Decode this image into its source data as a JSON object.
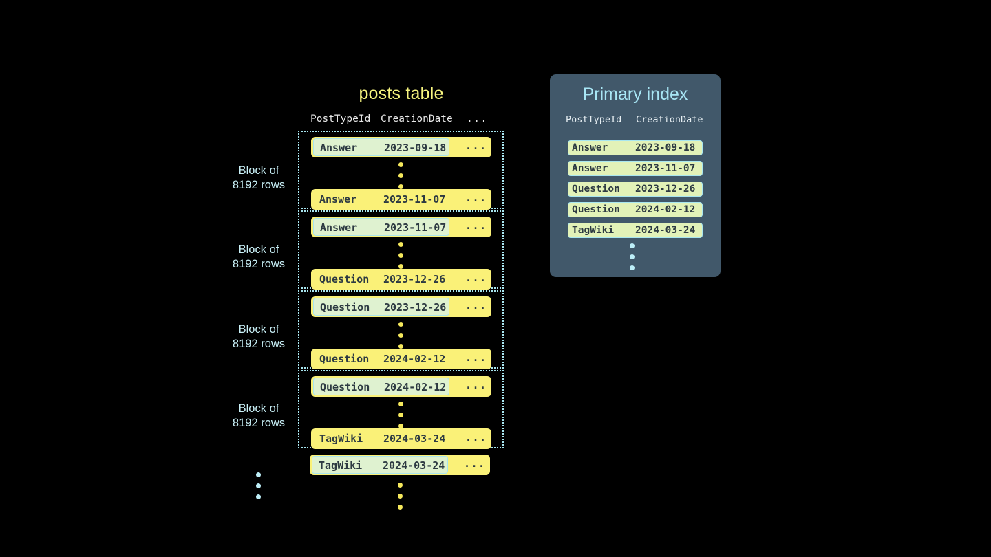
{
  "posts_table": {
    "title": "posts table",
    "columns": [
      "PostTypeId",
      "CreationDate",
      "..."
    ],
    "blocks": [
      {
        "label_line1": "Block of",
        "label_line2": "8192 rows",
        "first_row": {
          "type": "Answer",
          "date": "2023-09-18",
          "ellipsis": "...",
          "highlighted": true
        },
        "last_row": {
          "type": "Answer",
          "date": "2023-11-07",
          "ellipsis": "...",
          "highlighted": false
        }
      },
      {
        "label_line1": "Block of",
        "label_line2": "8192 rows",
        "first_row": {
          "type": "Answer",
          "date": "2023-11-07",
          "ellipsis": "...",
          "highlighted": true
        },
        "last_row": {
          "type": "Question",
          "date": "2023-12-26",
          "ellipsis": "...",
          "highlighted": false
        }
      },
      {
        "label_line1": "Block of",
        "label_line2": "8192 rows",
        "first_row": {
          "type": "Question",
          "date": "2023-12-26",
          "ellipsis": "...",
          "highlighted": true
        },
        "last_row": {
          "type": "Question",
          "date": "2024-02-12",
          "ellipsis": "...",
          "highlighted": false
        }
      },
      {
        "label_line1": "Block of",
        "label_line2": "8192 rows",
        "first_row": {
          "type": "Question",
          "date": "2024-02-12",
          "ellipsis": "...",
          "highlighted": true
        },
        "last_row": {
          "type": "TagWiki",
          "date": "2024-03-24",
          "ellipsis": "...",
          "highlighted": false
        }
      }
    ],
    "trailing_row": {
      "type": "TagWiki",
      "date": "2024-03-24",
      "ellipsis": "...",
      "highlighted": true
    },
    "ellipsis_glyph": "..."
  },
  "primary_index": {
    "title": "Primary index",
    "columns": [
      "PostTypeId",
      "CreationDate"
    ],
    "rows": [
      {
        "type": "Answer",
        "date": "2023-09-18"
      },
      {
        "type": "Answer",
        "date": "2023-11-07"
      },
      {
        "type": "Question",
        "date": "2023-12-26"
      },
      {
        "type": "Question",
        "date": "2024-02-12"
      },
      {
        "type": "TagWiki",
        "date": "2024-03-24"
      }
    ]
  },
  "colors": {
    "background": "#000000",
    "posts_title": "#f7f57f",
    "row_fill": "#faf178",
    "row_highlight_fill": "#dff2d0",
    "highlight_border": "#a8e6f0",
    "block_border": "#a8e6f0",
    "block_label": "#c9f0f7",
    "index_panel_bg": "#41586a",
    "index_title": "#a8e6f5",
    "index_row_fill": "#e2f2b8",
    "dots_yellow": "#f5e85c",
    "dots_cyan": "#bdeef7",
    "mono_text": "#2d3a42"
  }
}
